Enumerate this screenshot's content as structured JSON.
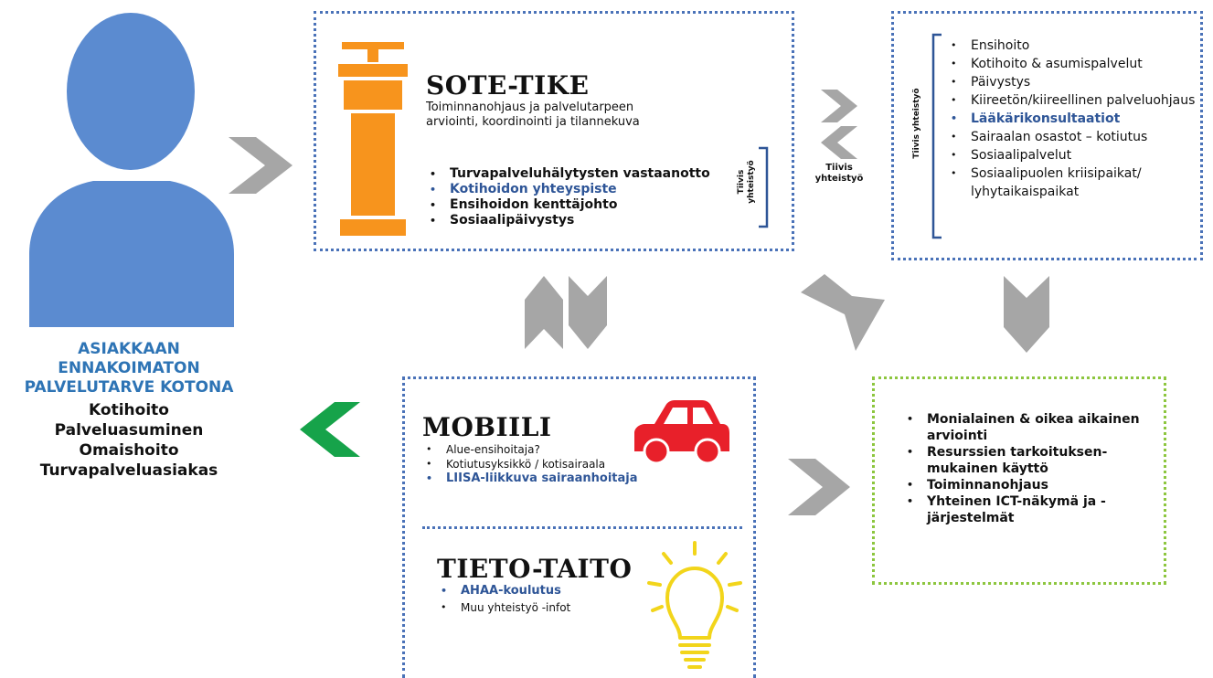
{
  "person": {
    "need_lines": [
      "ASIAKKAAN",
      "ENNAKOIMATON",
      "PALVELUTARVE KOTONA"
    ],
    "client_types": [
      "Kotihoito",
      "Palveluasuminen",
      "Omaishoito",
      "Turvapalveluasiakas"
    ]
  },
  "sote_tike": {
    "title": "SOTE-TIKE",
    "desc_line1": "Toiminnanohjaus ja palvelutarpeen",
    "desc_line2": "arviointi, koordinointi ja tilannekuva",
    "items": [
      {
        "text": "Turvapalveluhälytysten vastaanotto",
        "highlight": false
      },
      {
        "text": "Kotihoidon yhteyspiste",
        "highlight": true
      },
      {
        "text": "Ensihoidon kenttäjohto",
        "highlight": false
      },
      {
        "text": "Sosiaalipäivystys",
        "highlight": false
      }
    ],
    "cooperation_line1": "Tiivis",
    "cooperation_line2": "yhteistyö"
  },
  "middle_cooperation": {
    "line1": "Tiivis",
    "line2": "yhteistyö"
  },
  "services": {
    "cooperation_label": "Tiivis yhteistyö",
    "items": [
      {
        "text": "Ensihoito",
        "highlight": false
      },
      {
        "text": "Kotihoito & asumispalvelut",
        "highlight": false
      },
      {
        "text": "Päivystys",
        "highlight": false
      },
      {
        "text": "Kiireetön/kiireellinen palveluohjaus",
        "highlight": false
      },
      {
        "text": "Lääkärikonsultaatiot",
        "highlight": true
      },
      {
        "text": "Sairaalan osastot – kotiutus",
        "highlight": false
      },
      {
        "text": "Sosiaalipalvelut",
        "highlight": false
      },
      {
        "text": "Sosiaalipuolen kriisipaikat/ lyhytaikaispaikat",
        "highlight": false
      }
    ]
  },
  "mobiili": {
    "title": "MOBIILI",
    "items": [
      {
        "text": "Alue-ensihoitaja?",
        "highlight": false
      },
      {
        "text": "Kotiutusyksikkö / kotisairaala",
        "highlight": false
      },
      {
        "text": "LIISA-liikkuva sairaanhoitaja",
        "highlight": true
      }
    ]
  },
  "tieto_taito": {
    "title": "TIETO-TAITO",
    "items": [
      {
        "text": "AHAA-koulutus",
        "highlight": true
      },
      {
        "text": "Muu yhteistyö -infot",
        "highlight": false
      }
    ]
  },
  "outcomes": {
    "items": [
      "Monialainen & oikea aikainen arviointi",
      "Resurssien tarkoituksen-mukainen käyttö",
      "Toiminnanohjaus",
      "Yhteinen ICT-näkymä ja -järjestelmät"
    ]
  },
  "colors": {
    "person_blue": "#5b8bd0",
    "tower_orange": "#f7941d",
    "car_red": "#e8202a",
    "bulb_yellow": "#f2d51b",
    "arrow_gray": "#a6a6a6",
    "arrow_green": "#16a34a",
    "dotted_blue": "#4a72b8",
    "dotted_green": "#8dc63f",
    "text_blue": "#2e5597",
    "heading_blue": "#2e74b5"
  }
}
